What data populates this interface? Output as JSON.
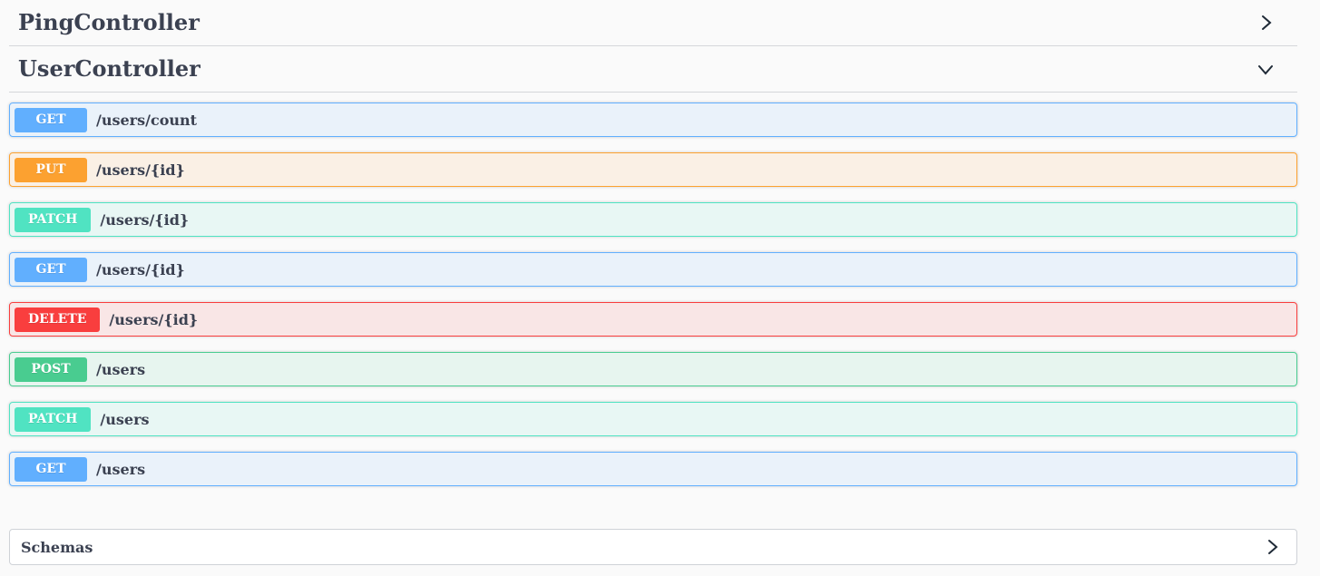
{
  "page": {
    "background_color": "#fafafa",
    "text_color": "#3b4151"
  },
  "controllers": [
    {
      "title": "PingController",
      "expanded": false,
      "chevron_icon": "chevron-right-icon"
    },
    {
      "title": "UserController",
      "expanded": true,
      "chevron_icon": "chevron-down-icon"
    }
  ],
  "endpoints": [
    {
      "method": "GET",
      "path": "/users/count"
    },
    {
      "method": "PUT",
      "path": "/users/{id}"
    },
    {
      "method": "PATCH",
      "path": "/users/{id}"
    },
    {
      "method": "GET",
      "path": "/users/{id}"
    },
    {
      "method": "DELETE",
      "path": "/users/{id}"
    },
    {
      "method": "POST",
      "path": "/users"
    },
    {
      "method": "PATCH",
      "path": "/users"
    },
    {
      "method": "GET",
      "path": "/users"
    }
  ],
  "method_colors": {
    "GET": "#61affe",
    "PUT": "#fca130",
    "PATCH": "#50e3c2",
    "DELETE": "#f93e3e",
    "POST": "#49cc90"
  },
  "row_background_opacity": 0.1,
  "schemas_section": {
    "title": "Schemas",
    "chevron_icon": "chevron-right-icon"
  }
}
